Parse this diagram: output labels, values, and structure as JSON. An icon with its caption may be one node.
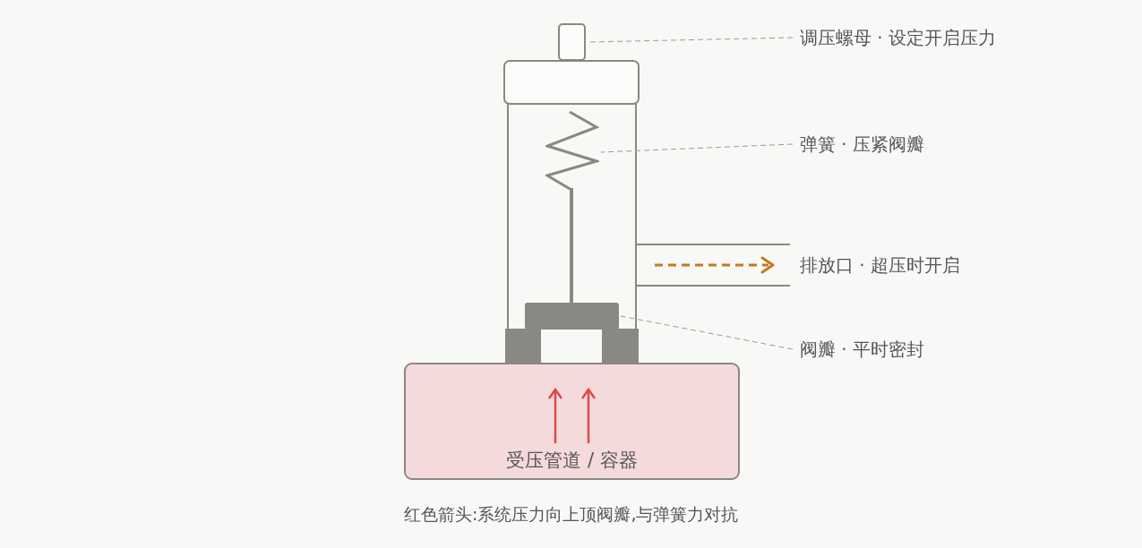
{
  "diagram": {
    "caption": "红色箭头:系统压力向上顶阀瓣,与弹簧力对抗",
    "nodes": [
      {
        "text": [
          "调压螺母 · 设定开启压力"
        ]
      },
      {
        "text": [],
        "shape": "box"
      },
      {
        "text": [
          "弹簧 · 压紧阀瓣"
        ]
      },
      {
        "text": [],
        "shape": "spring"
      },
      {
        "text": [
          "排放口 · 超压时开启"
        ]
      },
      {
        "text": [
          "阀瓣 · 平时密封"
        ]
      },
      {
        "text": [],
        "shape": "box"
      },
      {
        "text": [
          "受压管道 / 容器"
        ]
      }
    ],
    "edges": [
      {
        "from": 0,
        "to": 1,
        "arrow": "none",
        "style": "dashed"
      },
      {
        "from": 2,
        "to": 3,
        "arrow": "none",
        "style": "dashed"
      },
      {
        "from": 5,
        "to": 6,
        "arrow": "none",
        "style": "dashed"
      }
    ]
  }
}
